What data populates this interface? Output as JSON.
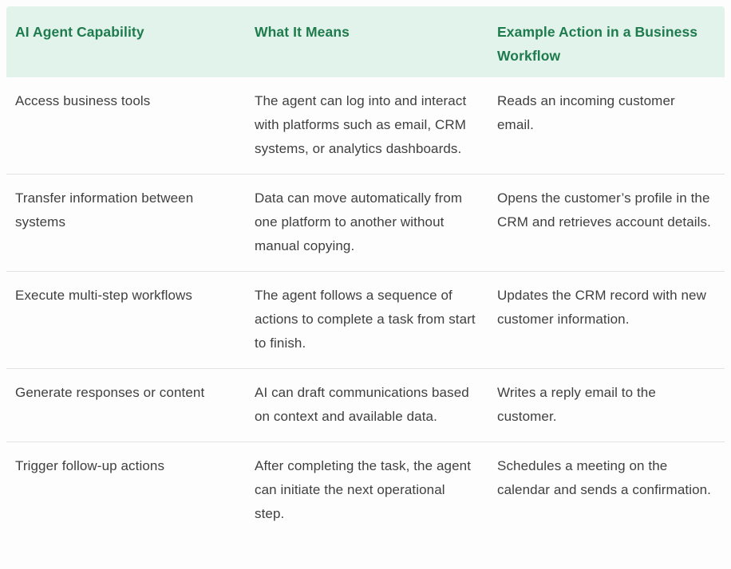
{
  "table": {
    "columns": [
      {
        "label": "AI Agent Capability"
      },
      {
        "label": "What It Means"
      },
      {
        "label": "Example Action in a Business Workflow"
      }
    ],
    "rows": [
      {
        "capability": "Access business tools",
        "meaning": "The agent can log into and interact with platforms such as email, CRM systems, or analytics dashboards.",
        "example": "Reads an incoming customer email."
      },
      {
        "capability": "Transfer information between systems",
        "meaning": "Data can move automatically from one platform to another without manual copying.",
        "example": "Opens the customer’s profile in the CRM and retrieves account details."
      },
      {
        "capability": "Execute multi-step workflows",
        "meaning": "The agent follows a sequence of actions to complete a task from start to finish.",
        "example": "Updates the CRM record with new customer information."
      },
      {
        "capability": "Generate responses or content",
        "meaning": "AI can draft communications based on context and available data.",
        "example": "Writes a reply email to the customer."
      },
      {
        "capability": "Trigger follow-up actions",
        "meaning": "After completing the task, the agent can initiate the next operational step.",
        "example": "Schedules a meeting on the calendar and sends a confirmation."
      }
    ],
    "colors": {
      "header_bg": "#e2f3eb",
      "header_text": "#1e7b4d",
      "body_text": "#404040",
      "divider": "#e3e3e3"
    }
  }
}
